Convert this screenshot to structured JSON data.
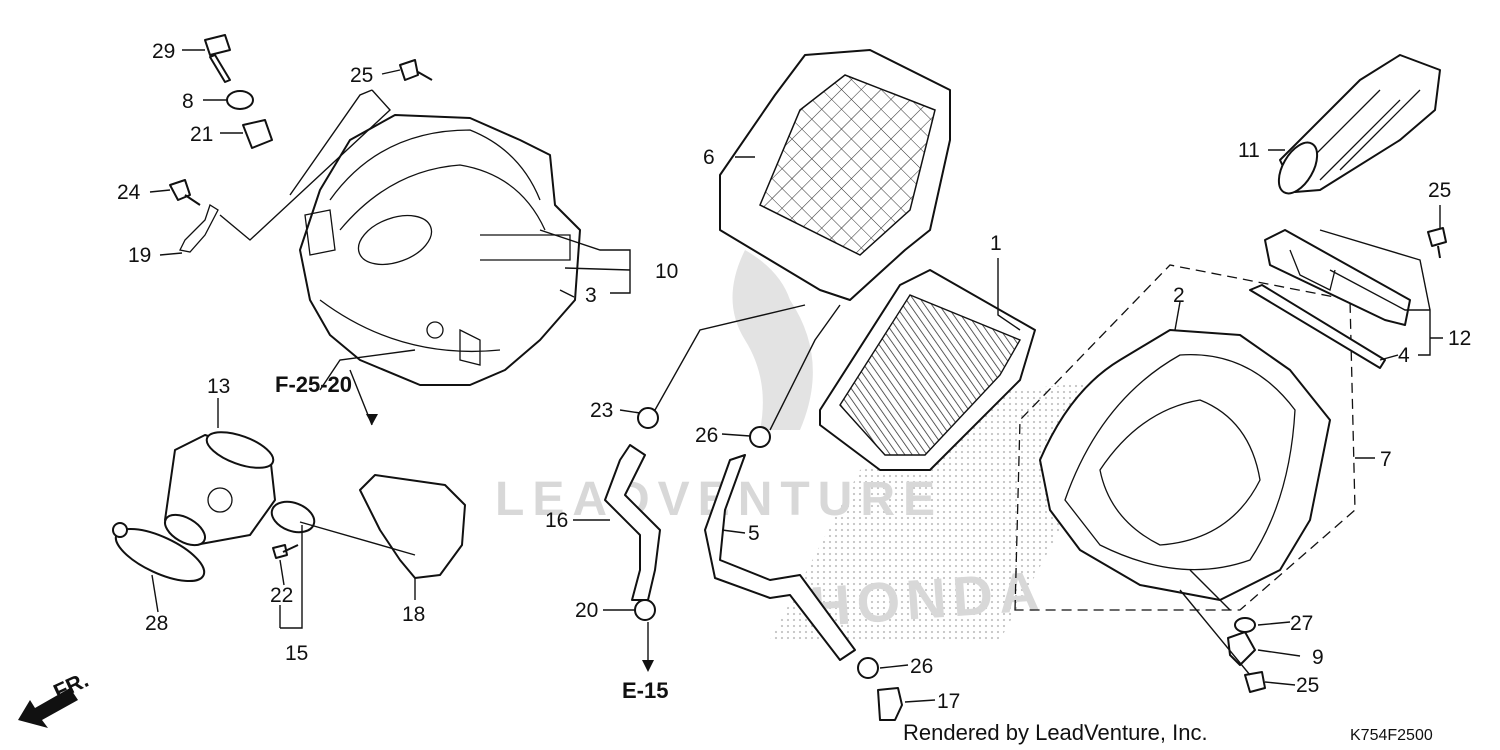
{
  "diagram": {
    "footer_text": "Rendered by LeadVenture, Inc.",
    "diagram_code": "K754F2500",
    "front_indicator": "FR.",
    "references": [
      "F-25-20",
      "E-15"
    ],
    "watermark": [
      "LEADVENTURE",
      "HONDA"
    ],
    "callouts": [
      "29",
      "8",
      "21",
      "25",
      "24",
      "19",
      "10",
      "3",
      "6",
      "11",
      "25",
      "1",
      "2",
      "12",
      "4",
      "7",
      "13",
      "23",
      "26",
      "16",
      "5",
      "28",
      "22",
      "15",
      "18",
      "20",
      "26",
      "17",
      "27",
      "9",
      "25"
    ]
  }
}
